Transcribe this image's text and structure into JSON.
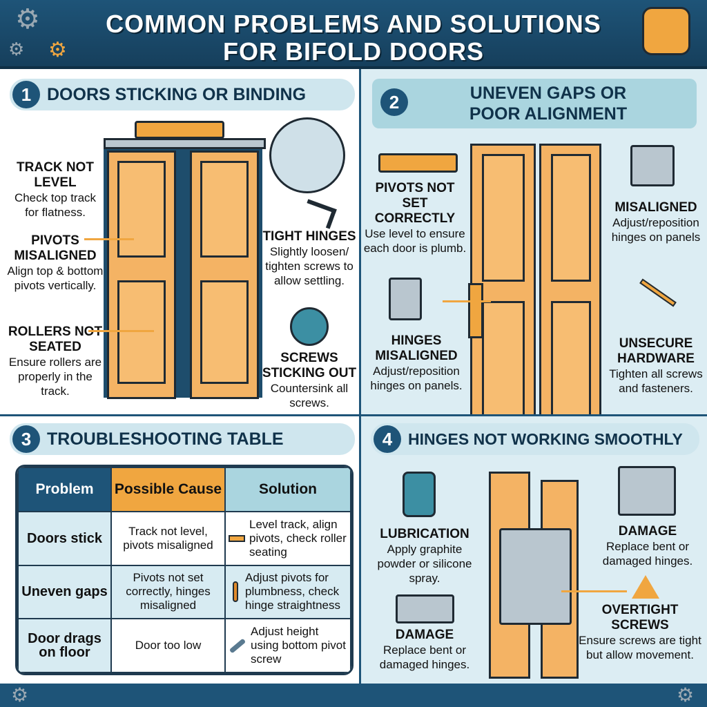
{
  "header": {
    "title_line1": "COMMON PROBLEMS AND SOLUTIONS",
    "title_line2": "FOR BIFOLD DOORS"
  },
  "colors": {
    "navy": "#1e5478",
    "orange": "#f0a640",
    "door": "#f4b364",
    "light_blue": "#dcedf3"
  },
  "section1": {
    "number": "1",
    "title": "DOORS STICKING OR BINDING",
    "items": [
      {
        "title": "TRACK NOT LEVEL",
        "text": "Check top track for flatness."
      },
      {
        "title": "PIVOTS MISALIGNED",
        "text": "Align top & bottom pivots vertically."
      },
      {
        "title": "ROLLERS NOT SEATED",
        "text": "Ensure rollers are properly in the track."
      },
      {
        "title": "TIGHT HINGES",
        "text": "Slightly loosen/ tighten screws to allow settling."
      },
      {
        "title": "SCREWS STICKING OUT",
        "text": "Countersink all screws."
      }
    ]
  },
  "section2": {
    "number": "2",
    "title_line1": "UNEVEN GAPS OR",
    "title_line2": "POOR ALIGNMENT",
    "items": [
      {
        "title": "PIVOTS NOT SET CORRECTLY",
        "text": "Use level to ensure each door is plumb."
      },
      {
        "title": "MISALIGNED",
        "text": "Adjust/reposition hinges on panels"
      },
      {
        "title": "HINGES MISALIGNED",
        "text": "Adjust/reposition hinges on panels."
      },
      {
        "title": "UNSECURE HARDWARE",
        "text": "Tighten all screws and fasteners."
      }
    ]
  },
  "section3": {
    "number": "3",
    "title": "TROUBLESHOOTING TABLE",
    "table": {
      "headers": [
        "Problem",
        "Possible Cause",
        "Solution"
      ],
      "rows": [
        {
          "problem": "Doors stick",
          "cause": "Track not level, pivots misaligned",
          "solution": "Level track, align pivots, check roller seating",
          "icon": "level-icon"
        },
        {
          "problem": "Uneven gaps",
          "cause": "Pivots not set correctly, hinges misaligned",
          "solution": "Adjust pivots for plumbness, check hinge straightness",
          "icon": "screwdriver-icon"
        },
        {
          "problem": "Door drags on floor",
          "cause": "Door too low",
          "solution": "Adjust height using bottom pivot screw",
          "icon": "wrench-icon"
        }
      ]
    }
  },
  "section4": {
    "number": "4",
    "title": "HINGES NOT WORKING SMOOTHLY",
    "items": [
      {
        "title": "LUBRICATION",
        "text": "Apply graphite powder or silicone spray."
      },
      {
        "title": "DAMAGE",
        "text": "Replace bent or damaged hinges."
      },
      {
        "title": "DAMAGE",
        "text": "Replace bent or damaged hinges."
      },
      {
        "title": "OVERTIGHT SCREWS",
        "text": "Ensure screws are tight but allow movement."
      }
    ]
  }
}
